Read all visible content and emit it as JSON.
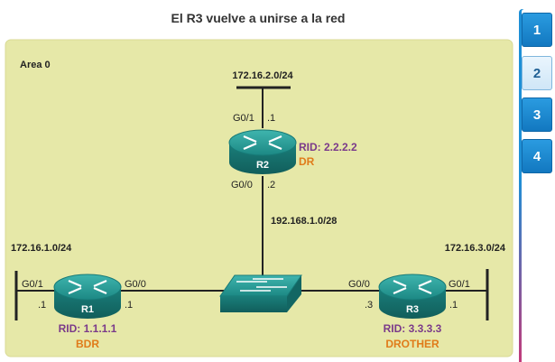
{
  "title": "El R3 vuelve a unirse a la red",
  "area_label": "Area 0",
  "networks": {
    "top": "172.16.2.0/24",
    "left": "172.16.1.0/24",
    "right": "172.16.3.0/24",
    "middle": "192.168.1.0/28"
  },
  "routers": {
    "r1": {
      "name": "R1",
      "rid": "RID: 1.1.1.1",
      "role": "BDR",
      "if_left": "G0/1",
      "if_left_ip": ".1",
      "if_right": "G0/0",
      "if_right_ip": ".1"
    },
    "r2": {
      "name": "R2",
      "rid": "RID: 2.2.2.2",
      "role": "DR",
      "if_top": "G0/1",
      "if_top_ip": ".1",
      "if_bottom": "G0/0",
      "if_bottom_ip": ".2"
    },
    "r3": {
      "name": "R3",
      "rid": "RID: 3.3.3.3",
      "role": "DROTHER",
      "if_left": "G0/0",
      "if_left_ip": ".3",
      "if_right": "G0/1",
      "if_right_ip": ".1"
    }
  },
  "tabs": [
    {
      "label": "1",
      "active": false
    },
    {
      "label": "2",
      "active": true
    },
    {
      "label": "3",
      "active": false
    },
    {
      "label": "4",
      "active": false
    }
  ],
  "colors": {
    "area_bg": "#e6e8a8",
    "device_teal": "#1f8f8c",
    "rid": "#7a3a8a",
    "role": "#e07b1a"
  }
}
